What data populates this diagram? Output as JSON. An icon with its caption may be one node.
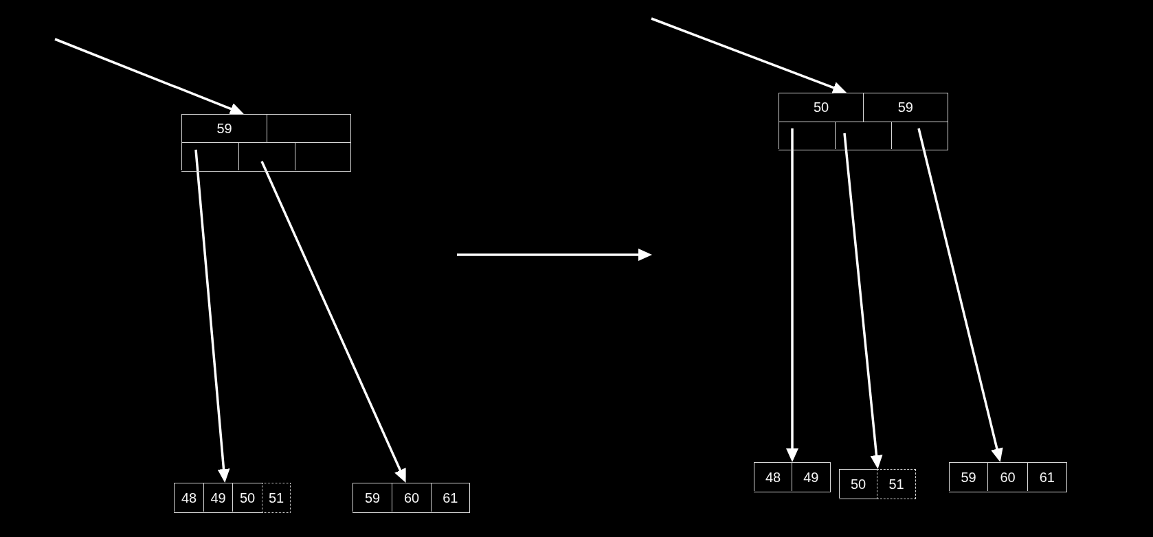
{
  "diagram": {
    "nodes": [
      {
        "text": [],
        "shape": "box"
      },
      {
        "text": [
          "59"
        ],
        "in": 0
      },
      {
        "text": [],
        "shape": "box",
        "in": 0
      },
      {
        "text": [],
        "shape": "box",
        "in": 0
      },
      {
        "text": [],
        "shape": "box",
        "in": 0
      },
      {
        "text": [],
        "shape": "box",
        "in": 0
      },
      {
        "text": [],
        "shape": "box"
      },
      {
        "text": [
          "48"
        ],
        "in": 6
      },
      {
        "text": [
          "49"
        ],
        "in": 6
      },
      {
        "text": [
          "50"
        ],
        "in": 6
      },
      {
        "text": [
          "51"
        ],
        "in": 6
      },
      {
        "text": [],
        "shape": "box"
      },
      {
        "text": [
          "59"
        ],
        "in": 11
      },
      {
        "text": [
          "60"
        ],
        "in": 11
      },
      {
        "text": [
          "61"
        ],
        "in": 11
      },
      {
        "text": [],
        "shape": "box"
      },
      {
        "text": [
          "50"
        ],
        "in": 15
      },
      {
        "text": [
          "59"
        ],
        "in": 15
      },
      {
        "text": [],
        "shape": "box",
        "in": 15
      },
      {
        "text": [],
        "shape": "box",
        "in": 15
      },
      {
        "text": [],
        "shape": "box",
        "in": 15
      },
      {
        "text": [],
        "shape": "box"
      },
      {
        "text": [
          "48"
        ],
        "in": 21
      },
      {
        "text": [
          "49"
        ],
        "in": 21
      },
      {
        "text": [],
        "shape": "box"
      },
      {
        "text": [
          "50"
        ],
        "in": 24
      },
      {
        "text": [
          "51"
        ],
        "in": 24
      },
      {
        "text": [],
        "shape": "box"
      },
      {
        "text": [
          "59"
        ],
        "in": 27
      },
      {
        "text": [
          "60"
        ],
        "in": 27
      },
      {
        "text": [
          "61"
        ],
        "in": 27
      }
    ],
    "edges": [
      {
        "from": null,
        "to": 0,
        "arrow": "to"
      },
      {
        "from": 3,
        "to": 6,
        "arrow": "to"
      },
      {
        "from": 4,
        "to": 11,
        "arrow": "to"
      },
      {
        "from": null,
        "to": 15,
        "arrow": "to"
      },
      {
        "from": 18,
        "to": 21,
        "arrow": "to"
      },
      {
        "from": 19,
        "to": 24,
        "arrow": "to"
      },
      {
        "from": 20,
        "to": 27,
        "arrow": "to"
      }
    ]
  }
}
